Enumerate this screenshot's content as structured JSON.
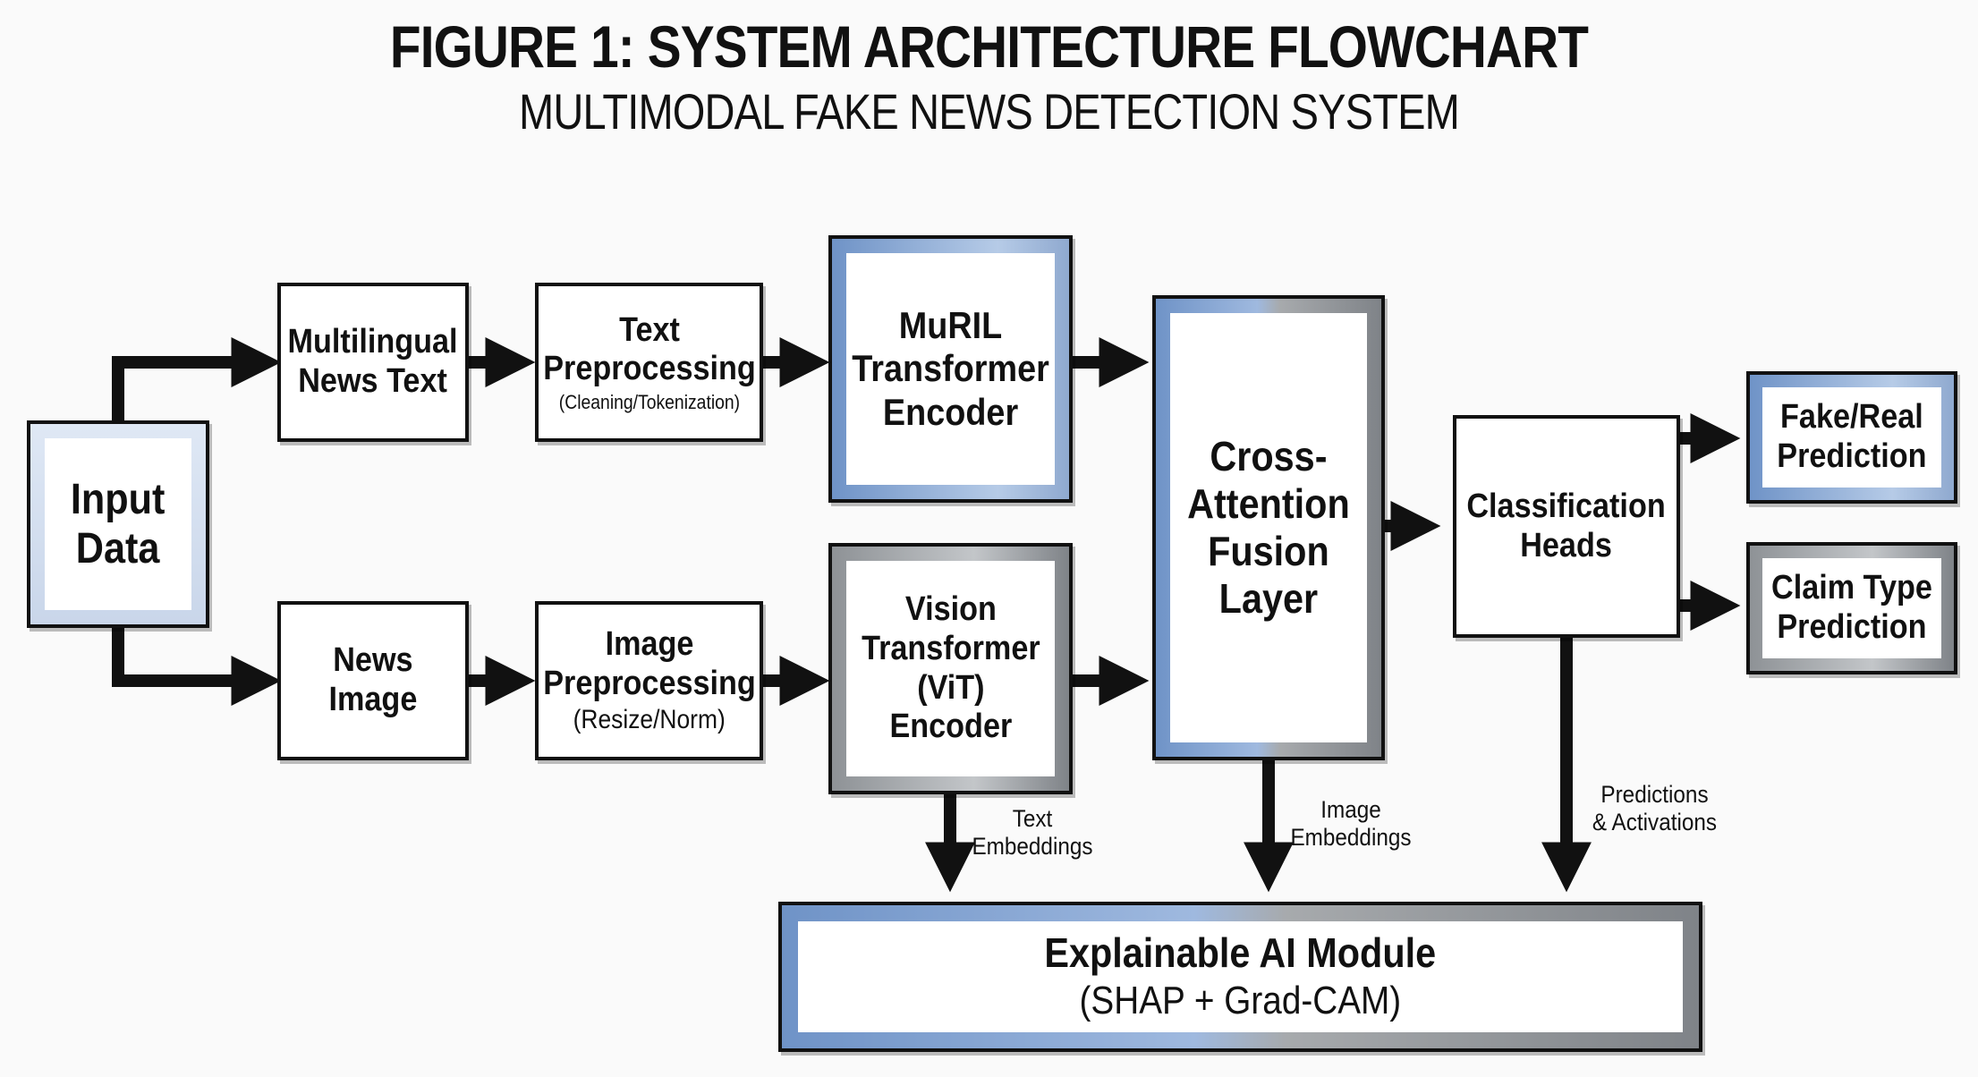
{
  "header": {
    "title": "FIGURE 1: SYSTEM ARCHITECTURE FLOWCHART",
    "subtitle": "MULTIMODAL FAKE NEWS DETECTION SYSTEM"
  },
  "nodes": {
    "input": {
      "label": "Input\nData"
    },
    "text_source": {
      "label": "Multilingual\nNews Text"
    },
    "image_source": {
      "label": "News\nImage"
    },
    "text_prep": {
      "label": "Text\nPreprocessing",
      "note": "(Cleaning/Tokenization)"
    },
    "image_prep": {
      "label": "Image\nPreprocessing",
      "note": "(Resize/Norm)"
    },
    "muril": {
      "label": "MuRIL\nTransformer\nEncoder"
    },
    "vit": {
      "label": "Vision\nTransformer\n(ViT)\nEncoder"
    },
    "fusion": {
      "label": "Cross-\nAttention\nFusion\nLayer"
    },
    "heads": {
      "label": "Classification\nHeads"
    },
    "fake_real": {
      "label": "Fake/Real\nPrediction"
    },
    "claim_type": {
      "label": "Claim Type\nPrediction"
    },
    "xai": {
      "label": "Explainable AI Module",
      "note": "(SHAP + Grad-CAM)"
    }
  },
  "edge_labels": {
    "text_embeddings": "Text\nEmbeddings",
    "image_embeddings": "Image\nEmbeddings",
    "predictions": "Predictions\n& Activations"
  },
  "colors": {
    "stroke": "#111111",
    "accent_blue": "#6f93c7",
    "accent_grey": "#8e9296"
  }
}
